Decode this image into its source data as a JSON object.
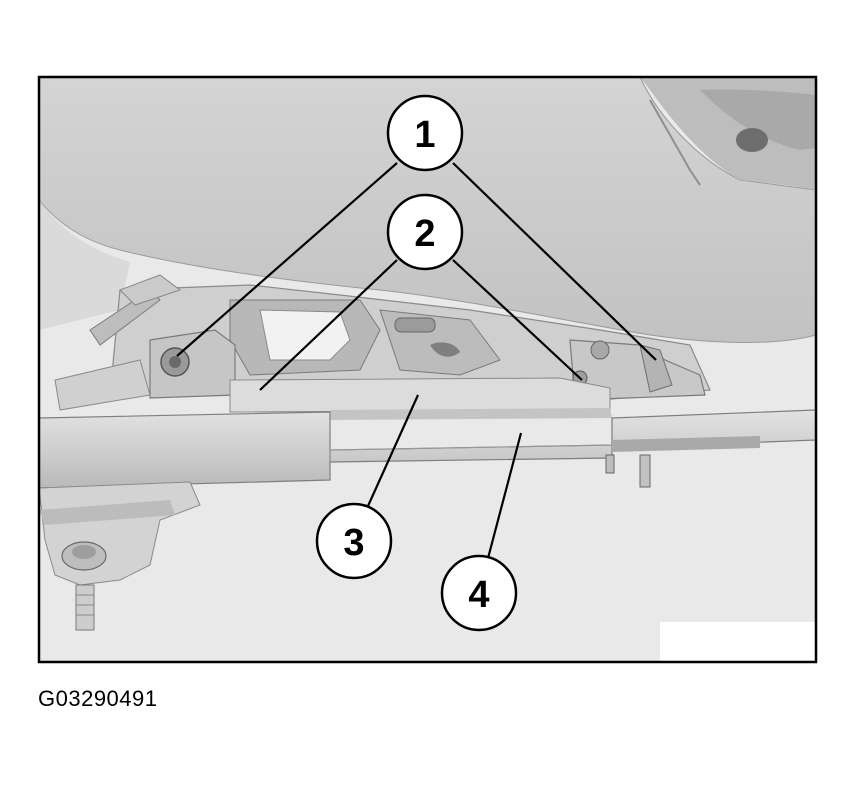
{
  "figure": {
    "id_label": "G03290491",
    "callouts": [
      {
        "number": "1"
      },
      {
        "number": "2"
      },
      {
        "number": "3"
      },
      {
        "number": "4"
      }
    ]
  }
}
